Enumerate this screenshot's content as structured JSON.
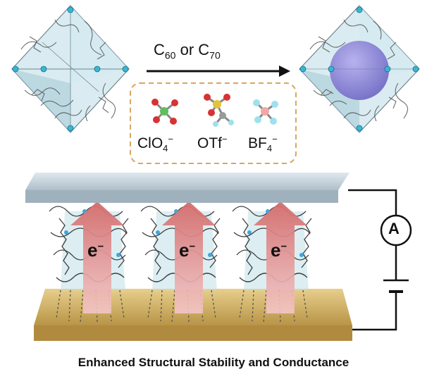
{
  "reaction": {
    "c60": {
      "base": "C",
      "sub": "60"
    },
    "connector": "or",
    "c70": {
      "base": "C",
      "sub": "70"
    }
  },
  "anions": [
    {
      "base": "ClO",
      "sub": "4",
      "sup": "−"
    },
    {
      "base": "OTf",
      "sub": "",
      "sup": "−"
    },
    {
      "base": "BF",
      "sub": "4",
      "sup": "−"
    }
  ],
  "electrons": [
    {
      "base": "e",
      "sup": "−"
    },
    {
      "base": "e",
      "sup": "−"
    },
    {
      "base": "e",
      "sup": "−"
    }
  ],
  "ammeter": {
    "label": "A"
  },
  "caption": "Enhanced Structural Stability and Conductance",
  "colors": {
    "cage_fill": "#bcdde6",
    "fullerene": "#8e88d6",
    "electrode_top": "#c9d6de",
    "electrode_bottom": "#d7b870",
    "arrow": "#d87a7a",
    "box_border": "#d9a662",
    "metal_node": "#39b6d6"
  }
}
